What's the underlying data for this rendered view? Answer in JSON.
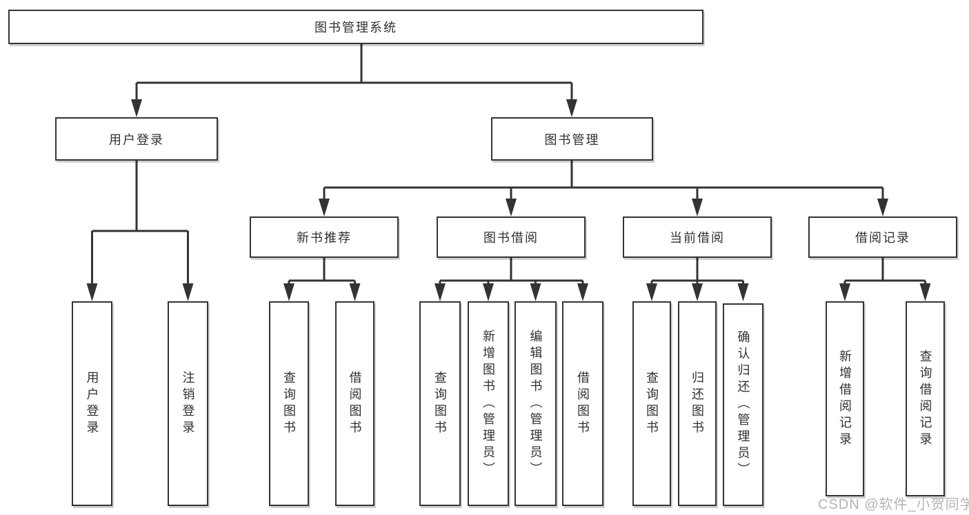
{
  "diagram": {
    "title": "图书管理系统",
    "nodes": {
      "root": {
        "label": "图书管理系统"
      },
      "level2": [
        {
          "label": "用户登录"
        },
        {
          "label": "图书管理"
        }
      ],
      "level3": [
        {
          "label": "新书推荐",
          "parent": "图书管理"
        },
        {
          "label": "图书借阅",
          "parent": "图书管理"
        },
        {
          "label": "当前借阅",
          "parent": "图书管理"
        },
        {
          "label": "借阅记录",
          "parent": "图书管理"
        }
      ],
      "leaves": [
        {
          "label": "用户登录",
          "parent": "用户登录"
        },
        {
          "label": "注销登录",
          "parent": "用户登录"
        },
        {
          "label": "查询图书",
          "parent": "新书推荐"
        },
        {
          "label": "借阅图书",
          "parent": "新书推荐"
        },
        {
          "label": "查询图书",
          "parent": "图书借阅"
        },
        {
          "label": "新增图书（管理员）",
          "parent": "图书借阅"
        },
        {
          "label": "编辑图书（管理员）",
          "parent": "图书借阅"
        },
        {
          "label": "借阅图书",
          "parent": "图书借阅"
        },
        {
          "label": "查询图书",
          "parent": "当前借阅"
        },
        {
          "label": "归还图书",
          "parent": "当前借阅"
        },
        {
          "label": "确认归还（管理员）",
          "parent": "当前借阅"
        },
        {
          "label": "新增借阅记录",
          "parent": "借阅记录"
        },
        {
          "label": "查询借阅记录",
          "parent": "借阅记录"
        }
      ]
    },
    "watermark": {
      "text": "CSDN @软件_小贺同学"
    },
    "colors": {
      "line": "#333333",
      "border": "#333333",
      "text": "#303030",
      "watermark": "#b3b3b3",
      "background": "#ffffff"
    }
  }
}
